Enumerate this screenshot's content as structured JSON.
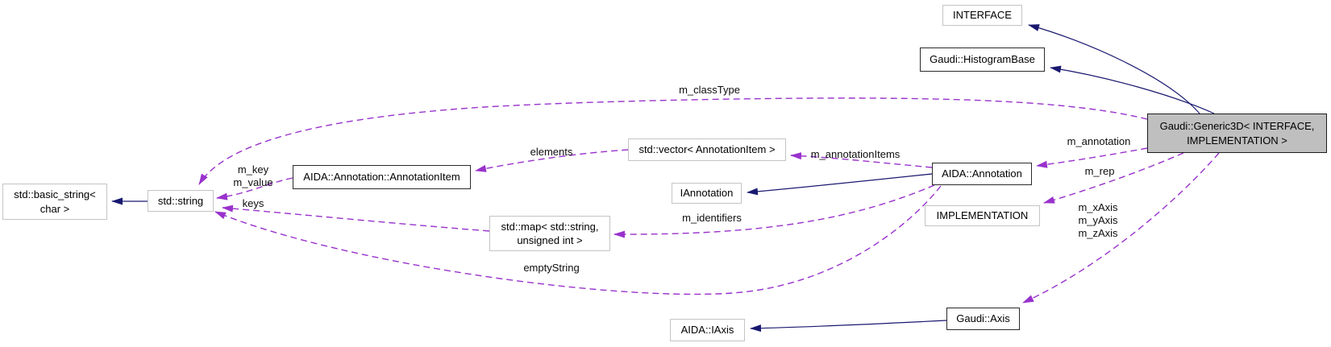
{
  "colors": {
    "inheritance": "#191970",
    "usage": "#9932cc",
    "node_border_external": "#c4c4c4",
    "node_border_documented": "#2a2a2a",
    "current_node_fill": "#bfbfbf",
    "node_fill": "#ffffff",
    "background": "#ffffff",
    "text": "#000000"
  },
  "nodes": {
    "basic_string": {
      "label": "std::basic_string<\nchar >"
    },
    "string": {
      "label": "std::string"
    },
    "annotation_item": {
      "label": "AIDA::Annotation::AnnotationItem"
    },
    "map": {
      "label": "std::map< std::string,\nunsigned int >"
    },
    "vector": {
      "label": "std::vector< AnnotationItem >"
    },
    "iannotation": {
      "label": "IAnnotation"
    },
    "iaxis": {
      "label": "AIDA::IAxis"
    },
    "interface": {
      "label": "INTERFACE"
    },
    "histogram_base": {
      "label": "Gaudi::HistogramBase"
    },
    "annotation": {
      "label": "AIDA::Annotation"
    },
    "implementation": {
      "label": "IMPLEMENTATION"
    },
    "axis": {
      "label": "Gaudi::Axis"
    },
    "generic3d": {
      "label": "Gaudi::Generic3D< INTERFACE,\nIMPLEMENTATION >"
    }
  },
  "edge_labels": {
    "m_classType": "m_classType",
    "elements": "elements",
    "m_annotationItems": "m_annotationItems",
    "m_annotation": "m_annotation",
    "m_rep": "m_rep",
    "m_axes": "m_xAxis\nm_yAxis\nm_zAxis",
    "m_key_value": "m_key\nm_value",
    "keys": "keys",
    "m_identifiers": "m_identifiers",
    "emptyString": "emptyString"
  }
}
